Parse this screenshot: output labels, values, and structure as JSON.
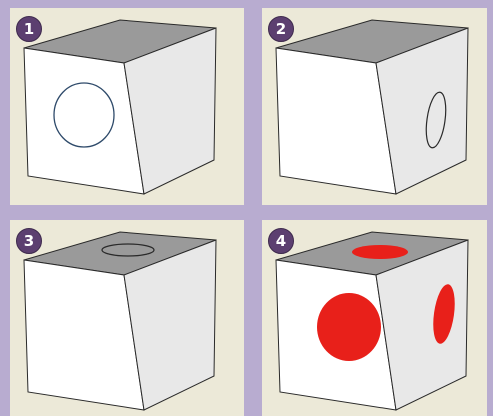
{
  "colors": {
    "background": "#b8acd0",
    "panel": "#ece9d8",
    "badge": "#5c3f70",
    "cube_top": "#9a9a9a",
    "cube_front": "#ffffff",
    "cube_side": "#e8e8e8",
    "circle_outline": "#2e4a6a",
    "circle_fill": "#e8201a"
  },
  "steps": [
    {
      "number": "1",
      "description_icon": "cube-circle-front-icon"
    },
    {
      "number": "2",
      "description_icon": "cube-circle-side-icon"
    },
    {
      "number": "3",
      "description_icon": "cube-circle-top-icon"
    },
    {
      "number": "4",
      "description_icon": "cube-red-circles-icon"
    }
  ]
}
